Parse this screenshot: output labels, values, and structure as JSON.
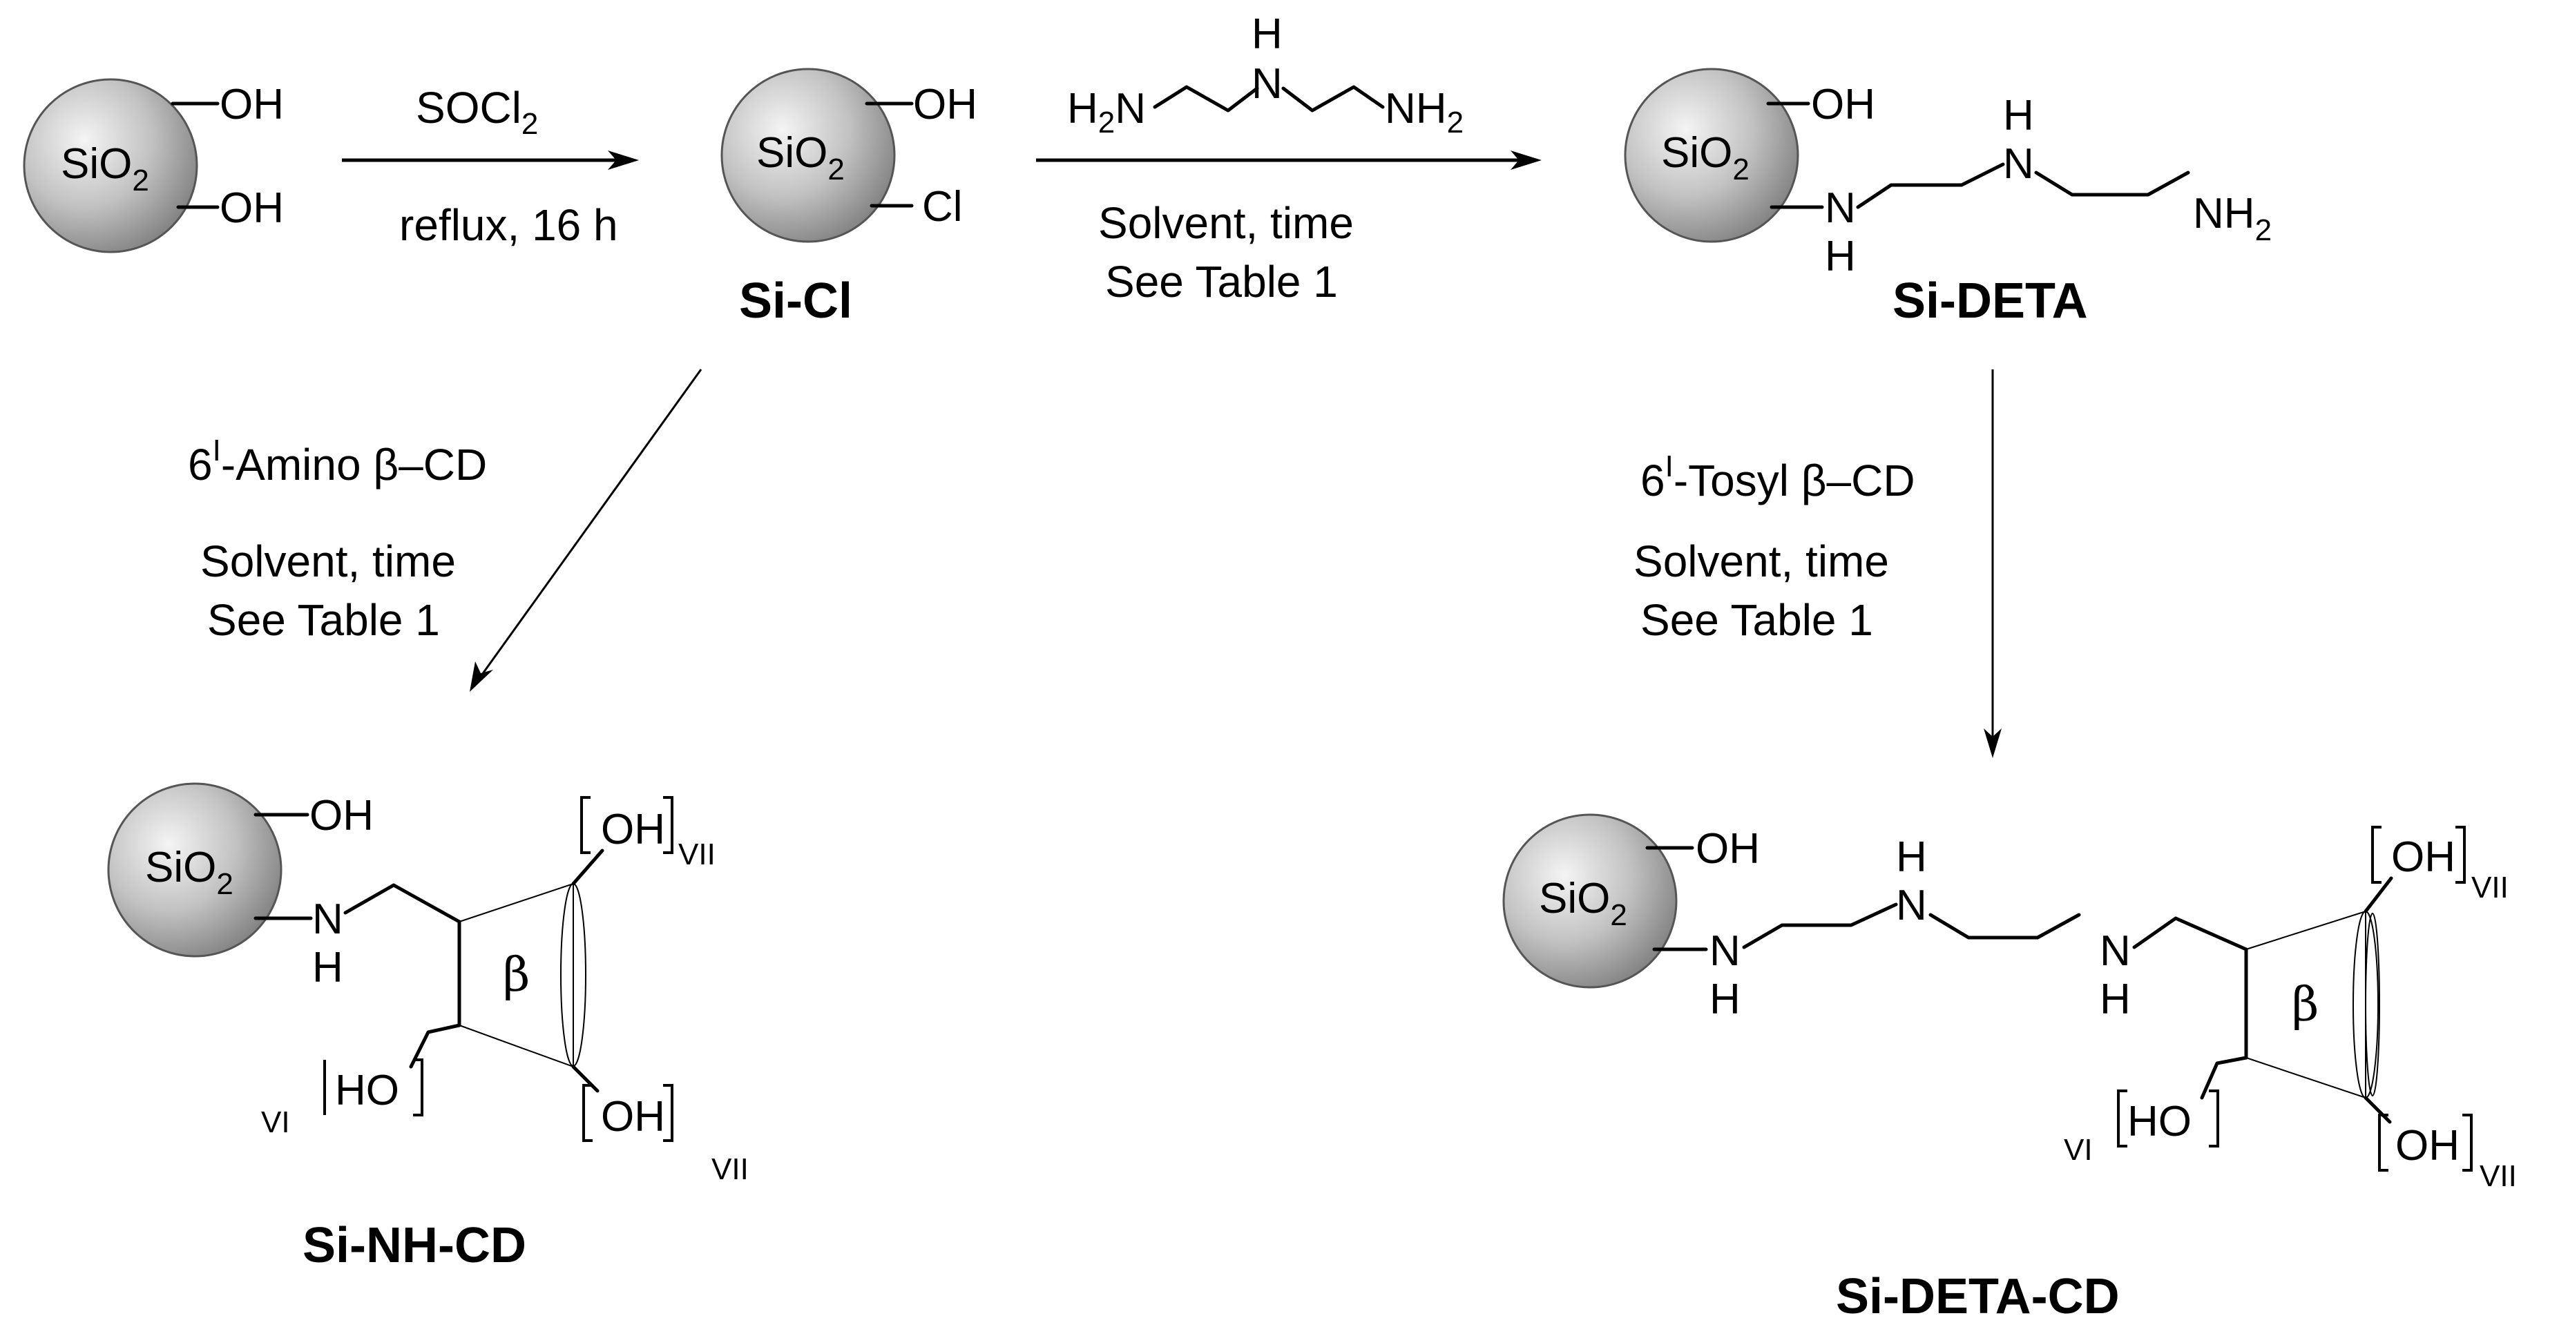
{
  "reagents": {
    "step1": {
      "reagent": "SOCl",
      "reagent_sub": "2",
      "conditions": "reflux, 16 h"
    },
    "step2": {
      "amine_left": "H",
      "amine_left_sub": "2",
      "amine_left_end": "N",
      "amine_nh_h": "H",
      "amine_nh_n": "N",
      "amine_right": "NH",
      "amine_right_sub": "2",
      "cond_line1": "Solvent, time",
      "cond_line2": "See Table 1"
    },
    "step3": {
      "pre": "6",
      "sup": "I",
      "post": "-Amino β–CD",
      "cond_line1": "Solvent, time",
      "cond_line2": "See Table 1"
    },
    "step4": {
      "pre": "6",
      "sup": "I",
      "post": "-Tosyl β–CD",
      "cond_line1": "Solvent, time",
      "cond_line2": "See Table 1"
    }
  },
  "labels": {
    "si_cl": "Si-Cl",
    "si_deta": "Si-DETA",
    "si_nh_cd": "Si-NH-CD",
    "si_deta_cd": "Si-DETA-CD"
  },
  "atoms": {
    "sio2": "SiO",
    "sio2_sub": "2",
    "oh": "OH",
    "cl": "Cl",
    "n": "N",
    "h": "H",
    "nh": "NH",
    "nh_sub": "2",
    "ho": "HO",
    "beta": "β",
    "roman_vii": "VII",
    "roman_vi": "VI"
  }
}
